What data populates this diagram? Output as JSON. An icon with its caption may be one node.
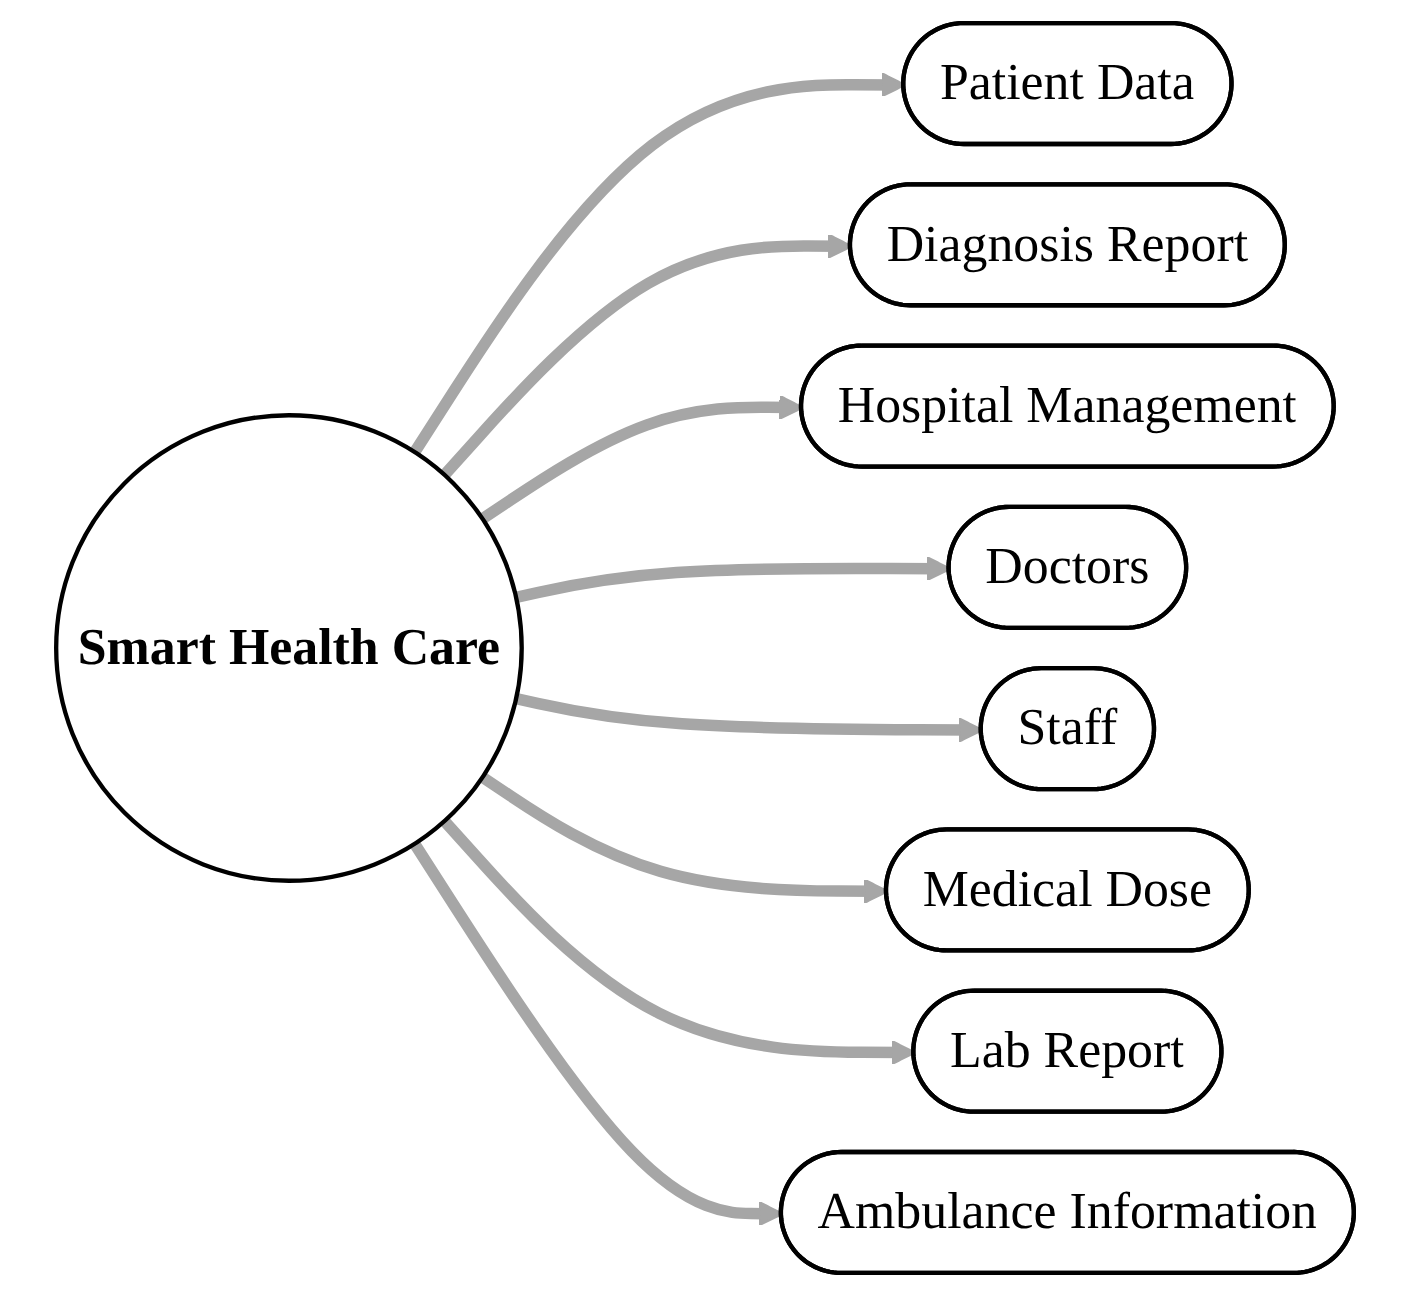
{
  "diagram": {
    "nodes": [
      {
        "text": [
          "Smart Health Care"
        ]
      },
      {
        "text": [
          "Patient Data"
        ]
      },
      {
        "text": [
          "Diagnosis Report"
        ]
      },
      {
        "text": [
          "Hospital Management"
        ]
      },
      {
        "text": [
          "Doctors"
        ]
      },
      {
        "text": [
          "Staff"
        ]
      },
      {
        "text": [
          "Medical Dose"
        ]
      },
      {
        "text": [
          "Lab Report"
        ]
      },
      {
        "text": [
          "Ambulance Information"
        ]
      }
    ],
    "edges": [
      {
        "from": 0,
        "to": 1,
        "arrow": "to"
      },
      {
        "from": 0,
        "to": 2,
        "arrow": "to"
      },
      {
        "from": 0,
        "to": 3,
        "arrow": "to"
      },
      {
        "from": 0,
        "to": 4,
        "arrow": "to"
      },
      {
        "from": 0,
        "to": 5,
        "arrow": "to"
      },
      {
        "from": 0,
        "to": 6,
        "arrow": "to"
      },
      {
        "from": 0,
        "to": 7,
        "arrow": "to"
      },
      {
        "from": 0,
        "to": 8,
        "arrow": "to"
      }
    ]
  }
}
